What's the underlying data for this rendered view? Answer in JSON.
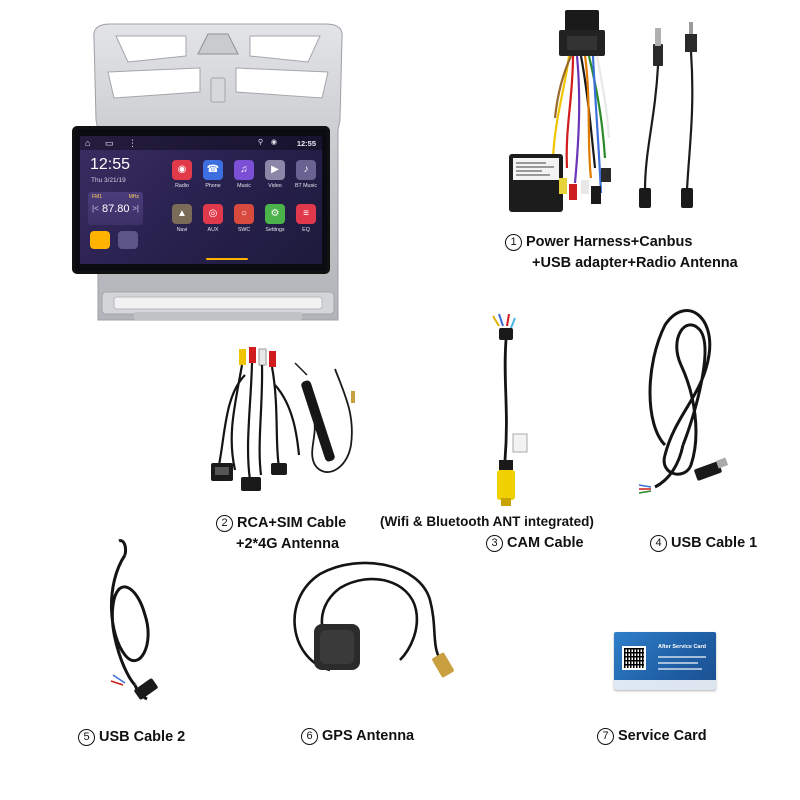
{
  "headunit": {
    "time": "12:55",
    "date": "Thu 3/21/19",
    "status_time": "12:55",
    "radio_band": "FM1",
    "radio_unit": "MHz",
    "radio_freq": "87.80",
    "apps": [
      {
        "label": "Radio",
        "color": "#e2394b",
        "icon": "radio-icon"
      },
      {
        "label": "Phone",
        "color": "#3d6fe0",
        "icon": "phone-icon"
      },
      {
        "label": "Music",
        "color": "#7b4fd6",
        "icon": "music-icon"
      },
      {
        "label": "Video",
        "color": "#8c86a8",
        "icon": "video-icon"
      },
      {
        "label": "BT Music",
        "color": "#6a6290",
        "icon": "bluetooth-music-icon"
      },
      {
        "label": "Navi",
        "color": "#7a6a58",
        "icon": "navigation-icon"
      },
      {
        "label": "AUX",
        "color": "#e0394b",
        "icon": "aux-icon"
      },
      {
        "label": "SWC",
        "color": "#d94a3e",
        "icon": "steering-wheel-icon"
      },
      {
        "label": "Settings",
        "color": "#4bb34a",
        "icon": "settings-icon"
      },
      {
        "label": "EQ",
        "color": "#e0394b",
        "icon": "equalizer-icon"
      }
    ]
  },
  "captions": {
    "c1": {
      "num": "1",
      "line1": "Power Harness+Canbus",
      "line2": "+USB adapter+Radio Antenna"
    },
    "c2": {
      "num": "2",
      "line1": "RCA+SIM Cable",
      "line2": "+2*4G Antenna"
    },
    "wifi_note": "(Wifi & Bluetooth ANT integrated)",
    "c3": {
      "num": "3",
      "line1": "CAM Cable"
    },
    "c4": {
      "num": "4",
      "line1": "USB Cable 1"
    },
    "c5": {
      "num": "5",
      "line1": "USB Cable 2"
    },
    "c6": {
      "num": "6",
      "line1": "GPS Antenna"
    },
    "c7": {
      "num": "7",
      "line1": "Service Card"
    }
  },
  "service_card": {
    "title": "After Service Card"
  },
  "colors": {
    "accent": "#ffb300",
    "card_blue": "#2f7fc9",
    "frame_silver": "#c9cbcf"
  }
}
